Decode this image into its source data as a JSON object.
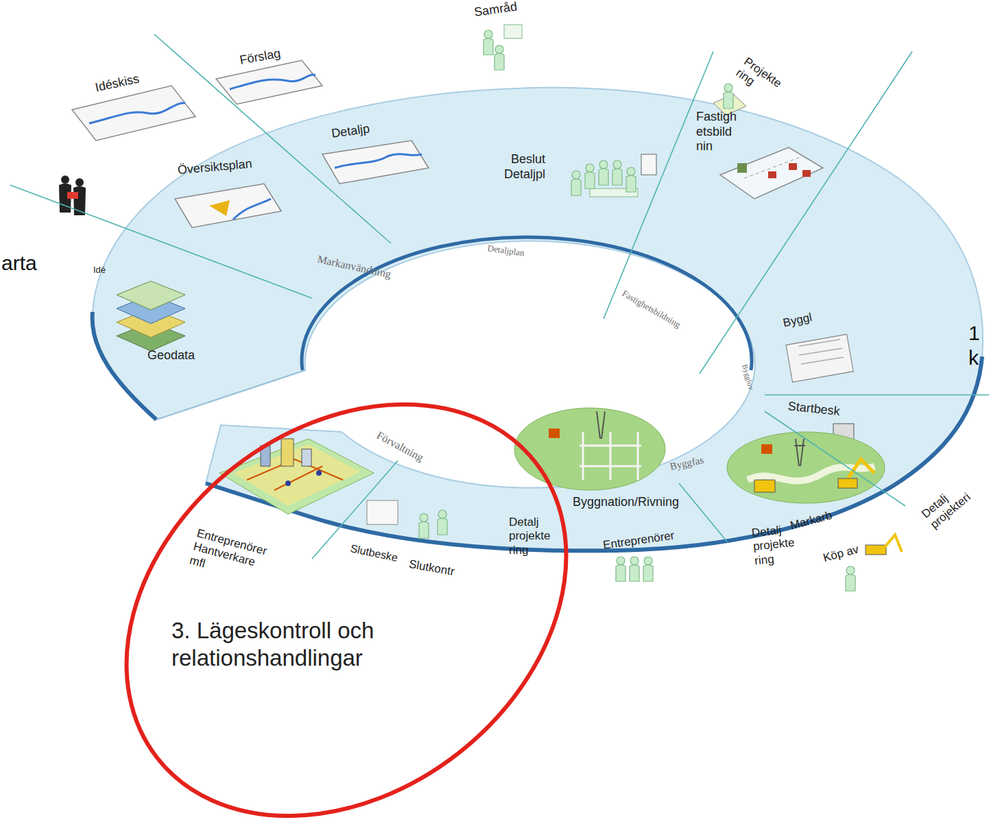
{
  "diagram": {
    "nodes": [
      {
        "text": [
          "3. Lägeskontroll och relationshandlingar"
        ]
      }
    ],
    "labels": [
      "Samråd",
      "Förslag",
      "Idéskiss",
      "Projekte ring",
      "Detaljp",
      "Beslut Detaljpl",
      "Översiktsplan",
      "Fastigh etsbild nin",
      "Idé",
      "arta",
      "Markanvändning",
      "Detaljplan",
      "Fastighetsbildning",
      "Geodata",
      "Byggl",
      "1 k",
      "Bygglov",
      "Startbesk",
      "Förvaltning",
      "Byggfas",
      "Detalj projekteri",
      "Slutbeske",
      "Slutkontr",
      "Entreprenörer Hantverkare mfl",
      "Markarb",
      "Köp av",
      "Byggnation/Rivning",
      "Detalj projekte ring",
      "Entreprenörer",
      "Detalj projekte ring"
    ]
  }
}
